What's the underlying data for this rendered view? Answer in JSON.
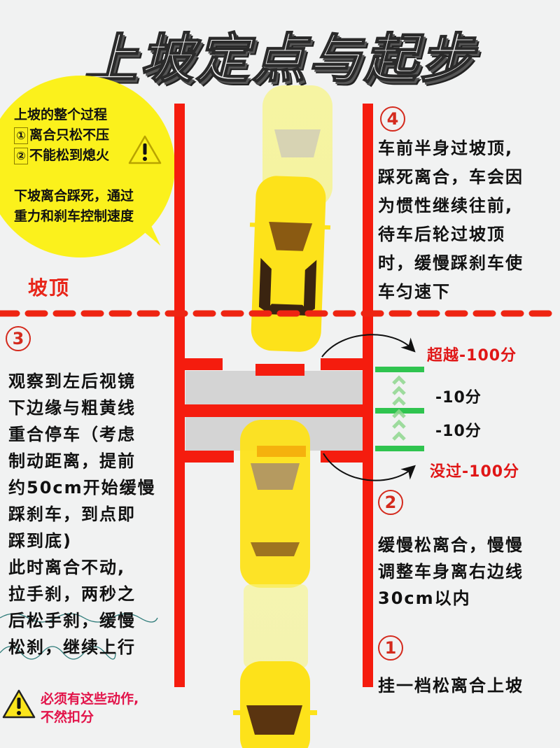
{
  "title": "上坡定点与起步",
  "bubble": {
    "heading": "上坡的整个过程",
    "rules": [
      {
        "num": "①",
        "text": "离合只松不压"
      },
      {
        "num": "②",
        "text": "不能松到熄火"
      }
    ],
    "downhill_line1": "下坡离合踩死，通过",
    "downhill_line2": "重力和刹车控制速度",
    "icon": "warning-triangle-icon"
  },
  "hilltop_label": "坡顶",
  "steps": {
    "step4": {
      "num": "4",
      "lines": [
        "车前半身过坡顶,",
        "踩死离合，车会因",
        "为惯性继续往前,",
        "待车后轮过坡顶",
        "时，缓慢踩刹车使",
        "车匀速下"
      ]
    },
    "step3": {
      "num": "3",
      "lines": [
        "观察到左后视镜",
        "下边缘与粗黄线",
        "重合停车（考虑",
        "制动距离，提前",
        "约50cm开始缓慢",
        "踩刹车，到点即",
        "踩到底)",
        "此时离合不动,",
        "拉手刹，两秒之",
        "后松手刹，缓慢",
        "松刹，继续上行"
      ]
    },
    "step2": {
      "num": "2",
      "lines": [
        "缓慢松离合，慢慢",
        "调整车身离右边线",
        "30cm以内"
      ]
    },
    "step1": {
      "num": "1",
      "lines": [
        "挂一档松离合上坡"
      ]
    }
  },
  "scoring": {
    "overshoot": "超越-100分",
    "minus10_a": "-10分",
    "minus10_b": "-10分",
    "undershoot": "没过-100分"
  },
  "warning_note": {
    "line1": "必须有这些动作,",
    "line2": "不然扣分",
    "icon": "warning-triangle-icon"
  },
  "colors": {
    "road_red": "#f51c0e",
    "bubble_yellow": "#fbf11c",
    "car_yellow": "#fde21a",
    "green_marker": "#2fc44f",
    "score_red": "#e01616",
    "warning_pink": "#e2144a"
  }
}
